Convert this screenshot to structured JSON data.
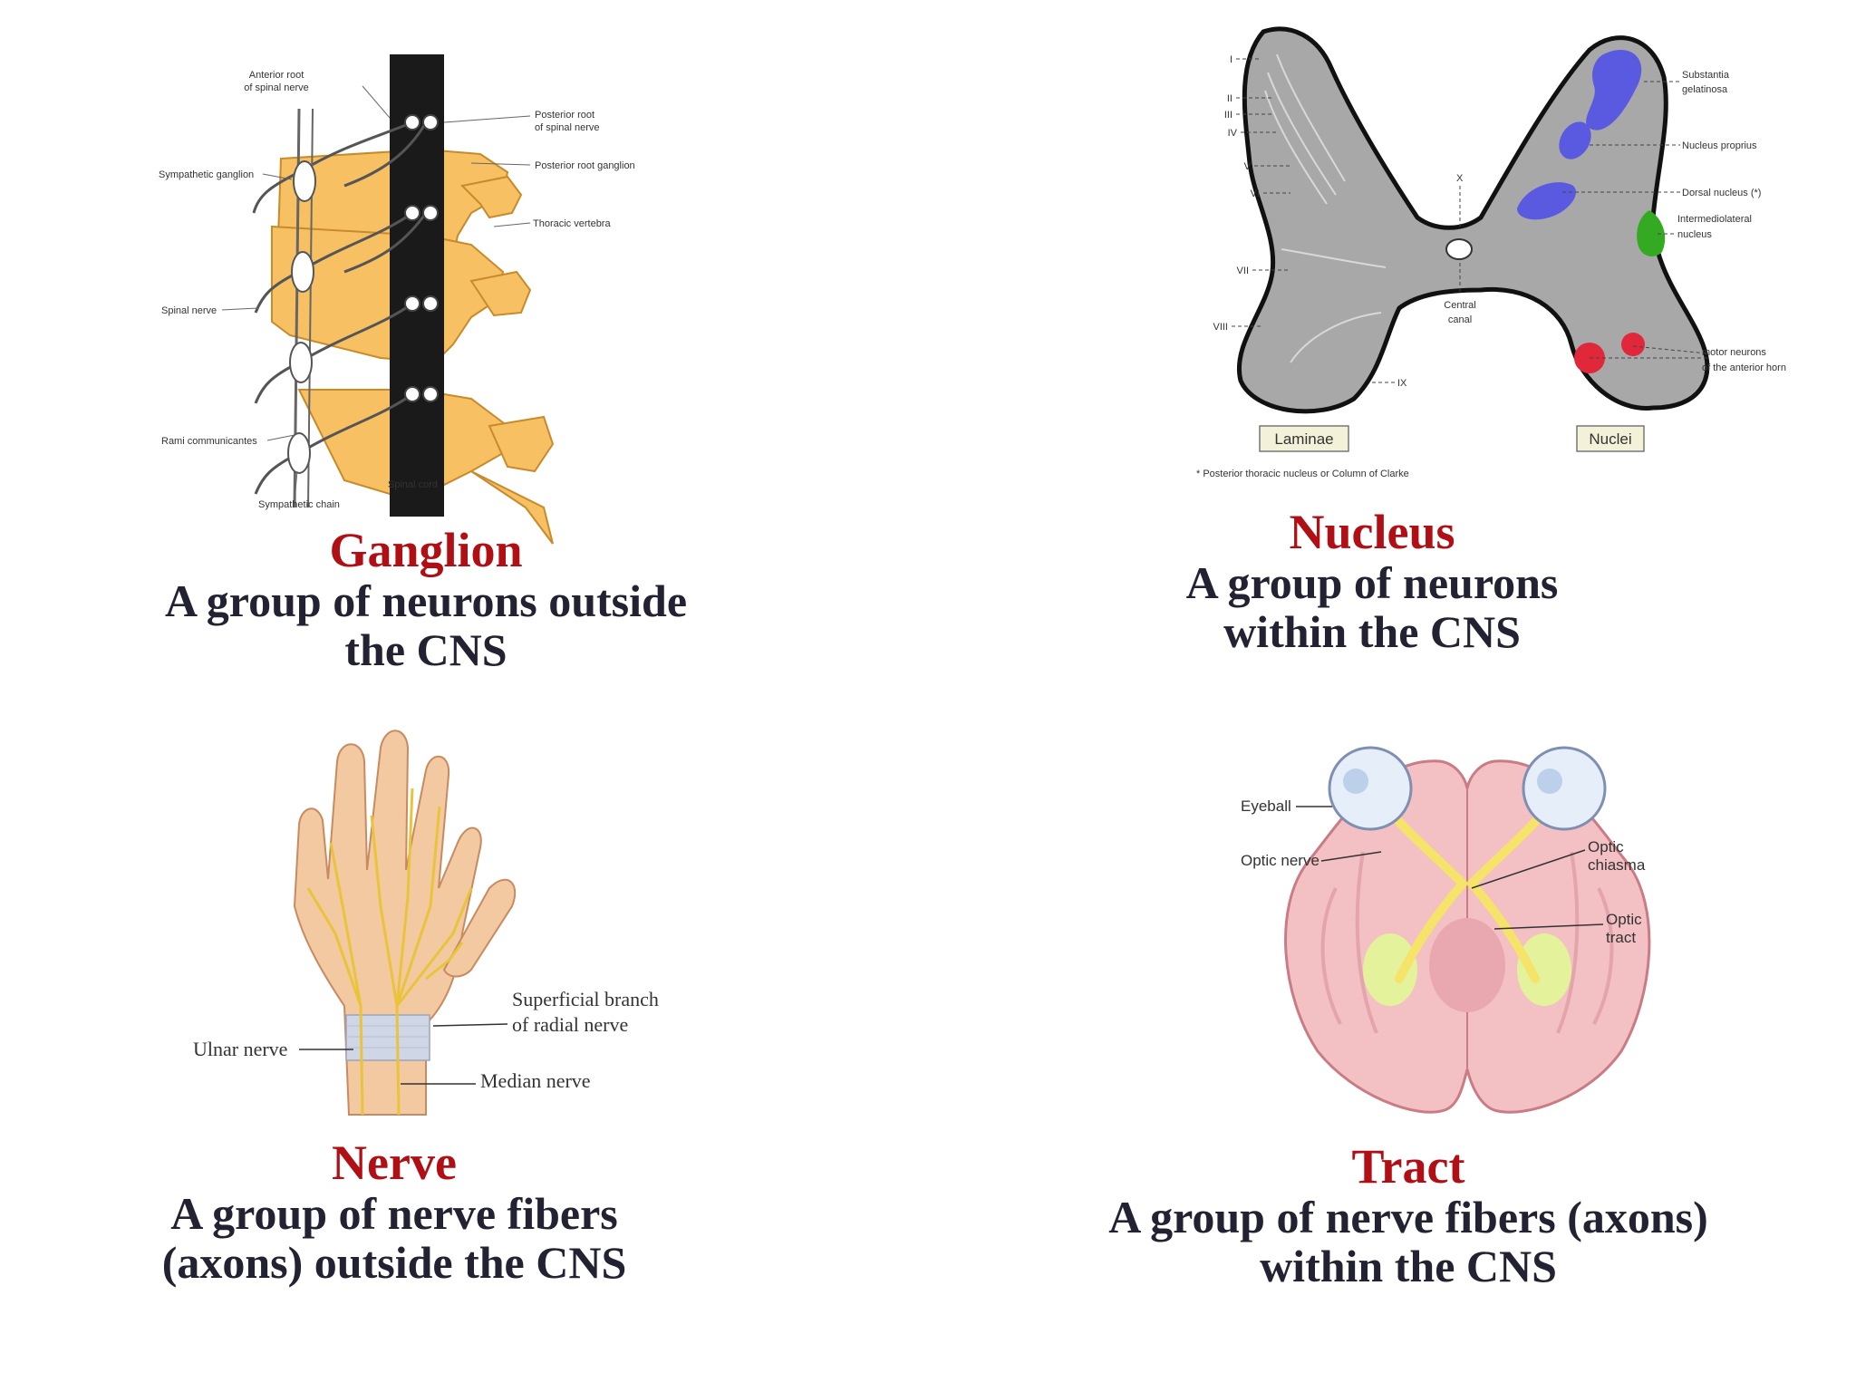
{
  "colors": {
    "term": "#b01015",
    "text": "#222233",
    "bone": "#f6c063",
    "cord": "#1a1a1a",
    "grey_matter": "#a8a8a8",
    "nucleus_blue": "#5a5ae0",
    "nucleus_green": "#33aa22",
    "nucleus_red": "#e0283a",
    "brain_pink": "#f3c0c4",
    "optic_yellow": "#f5e36a",
    "skin": "#f2c9a0"
  },
  "panels": {
    "ganglion": {
      "term": "Ganglion",
      "definition": [
        "A group of neurons outside",
        "the CNS"
      ],
      "figure_labels": {
        "anterior_root": [
          "Anterior root",
          "of spinal nerve"
        ],
        "posterior_root": [
          "Posterior root",
          "of spinal nerve"
        ],
        "posterior_root_ganglion": "Posterior root ganglion",
        "sympathetic_ganglion": "Sympathetic ganglion",
        "thoracic_vertebra": "Thoracic vertebra",
        "spinal_nerve": "Spinal nerve",
        "rami_communicantes": "Rami communicantes",
        "spinal_cord": "Spinal cord",
        "sympathetic_chain": "Sympathetic chain"
      }
    },
    "nucleus": {
      "term": "Nucleus",
      "definition": [
        "A group of neurons",
        "within the CNS"
      ],
      "figure_labels": {
        "laminae_numerals": [
          "I",
          "II",
          "III",
          "IV",
          "V",
          "VI",
          "VII",
          "VIII",
          "IX",
          "X"
        ],
        "substantia_gelatinosa": [
          "Substantia",
          "gelatinosa"
        ],
        "nucleus_proprius": "Nucleus proprius",
        "dorsal_nucleus": "Dorsal nucleus (*)",
        "intermediolateral_nucleus": [
          "Intermediolateral",
          "nucleus"
        ],
        "central_canal": [
          "Central",
          "canal"
        ],
        "motor_neurons": [
          "motor neurons",
          "of the anterior horn"
        ],
        "laminae_box": "Laminae",
        "nuclei_box": "Nuclei",
        "footnote": "* Posterior thoracic nucleus or Column of Clarke"
      }
    },
    "nerve": {
      "term": "Nerve",
      "definition": [
        "A group of nerve fibers",
        "(axons) outside the CNS"
      ],
      "figure_labels": {
        "superficial_branch": [
          "Superficial branch",
          "of radial nerve"
        ],
        "ulnar_nerve": "Ulnar nerve",
        "median_nerve": "Median nerve"
      }
    },
    "tract": {
      "term": "Tract",
      "definition": [
        "A group of nerve fibers (axons)",
        "within the CNS"
      ],
      "figure_labels": {
        "eyeball": "Eyeball",
        "optic_nerve": "Optic nerve",
        "optic_chiasma": [
          "Optic",
          "chiasma"
        ],
        "optic_tract": [
          "Optic",
          "tract"
        ]
      }
    }
  }
}
